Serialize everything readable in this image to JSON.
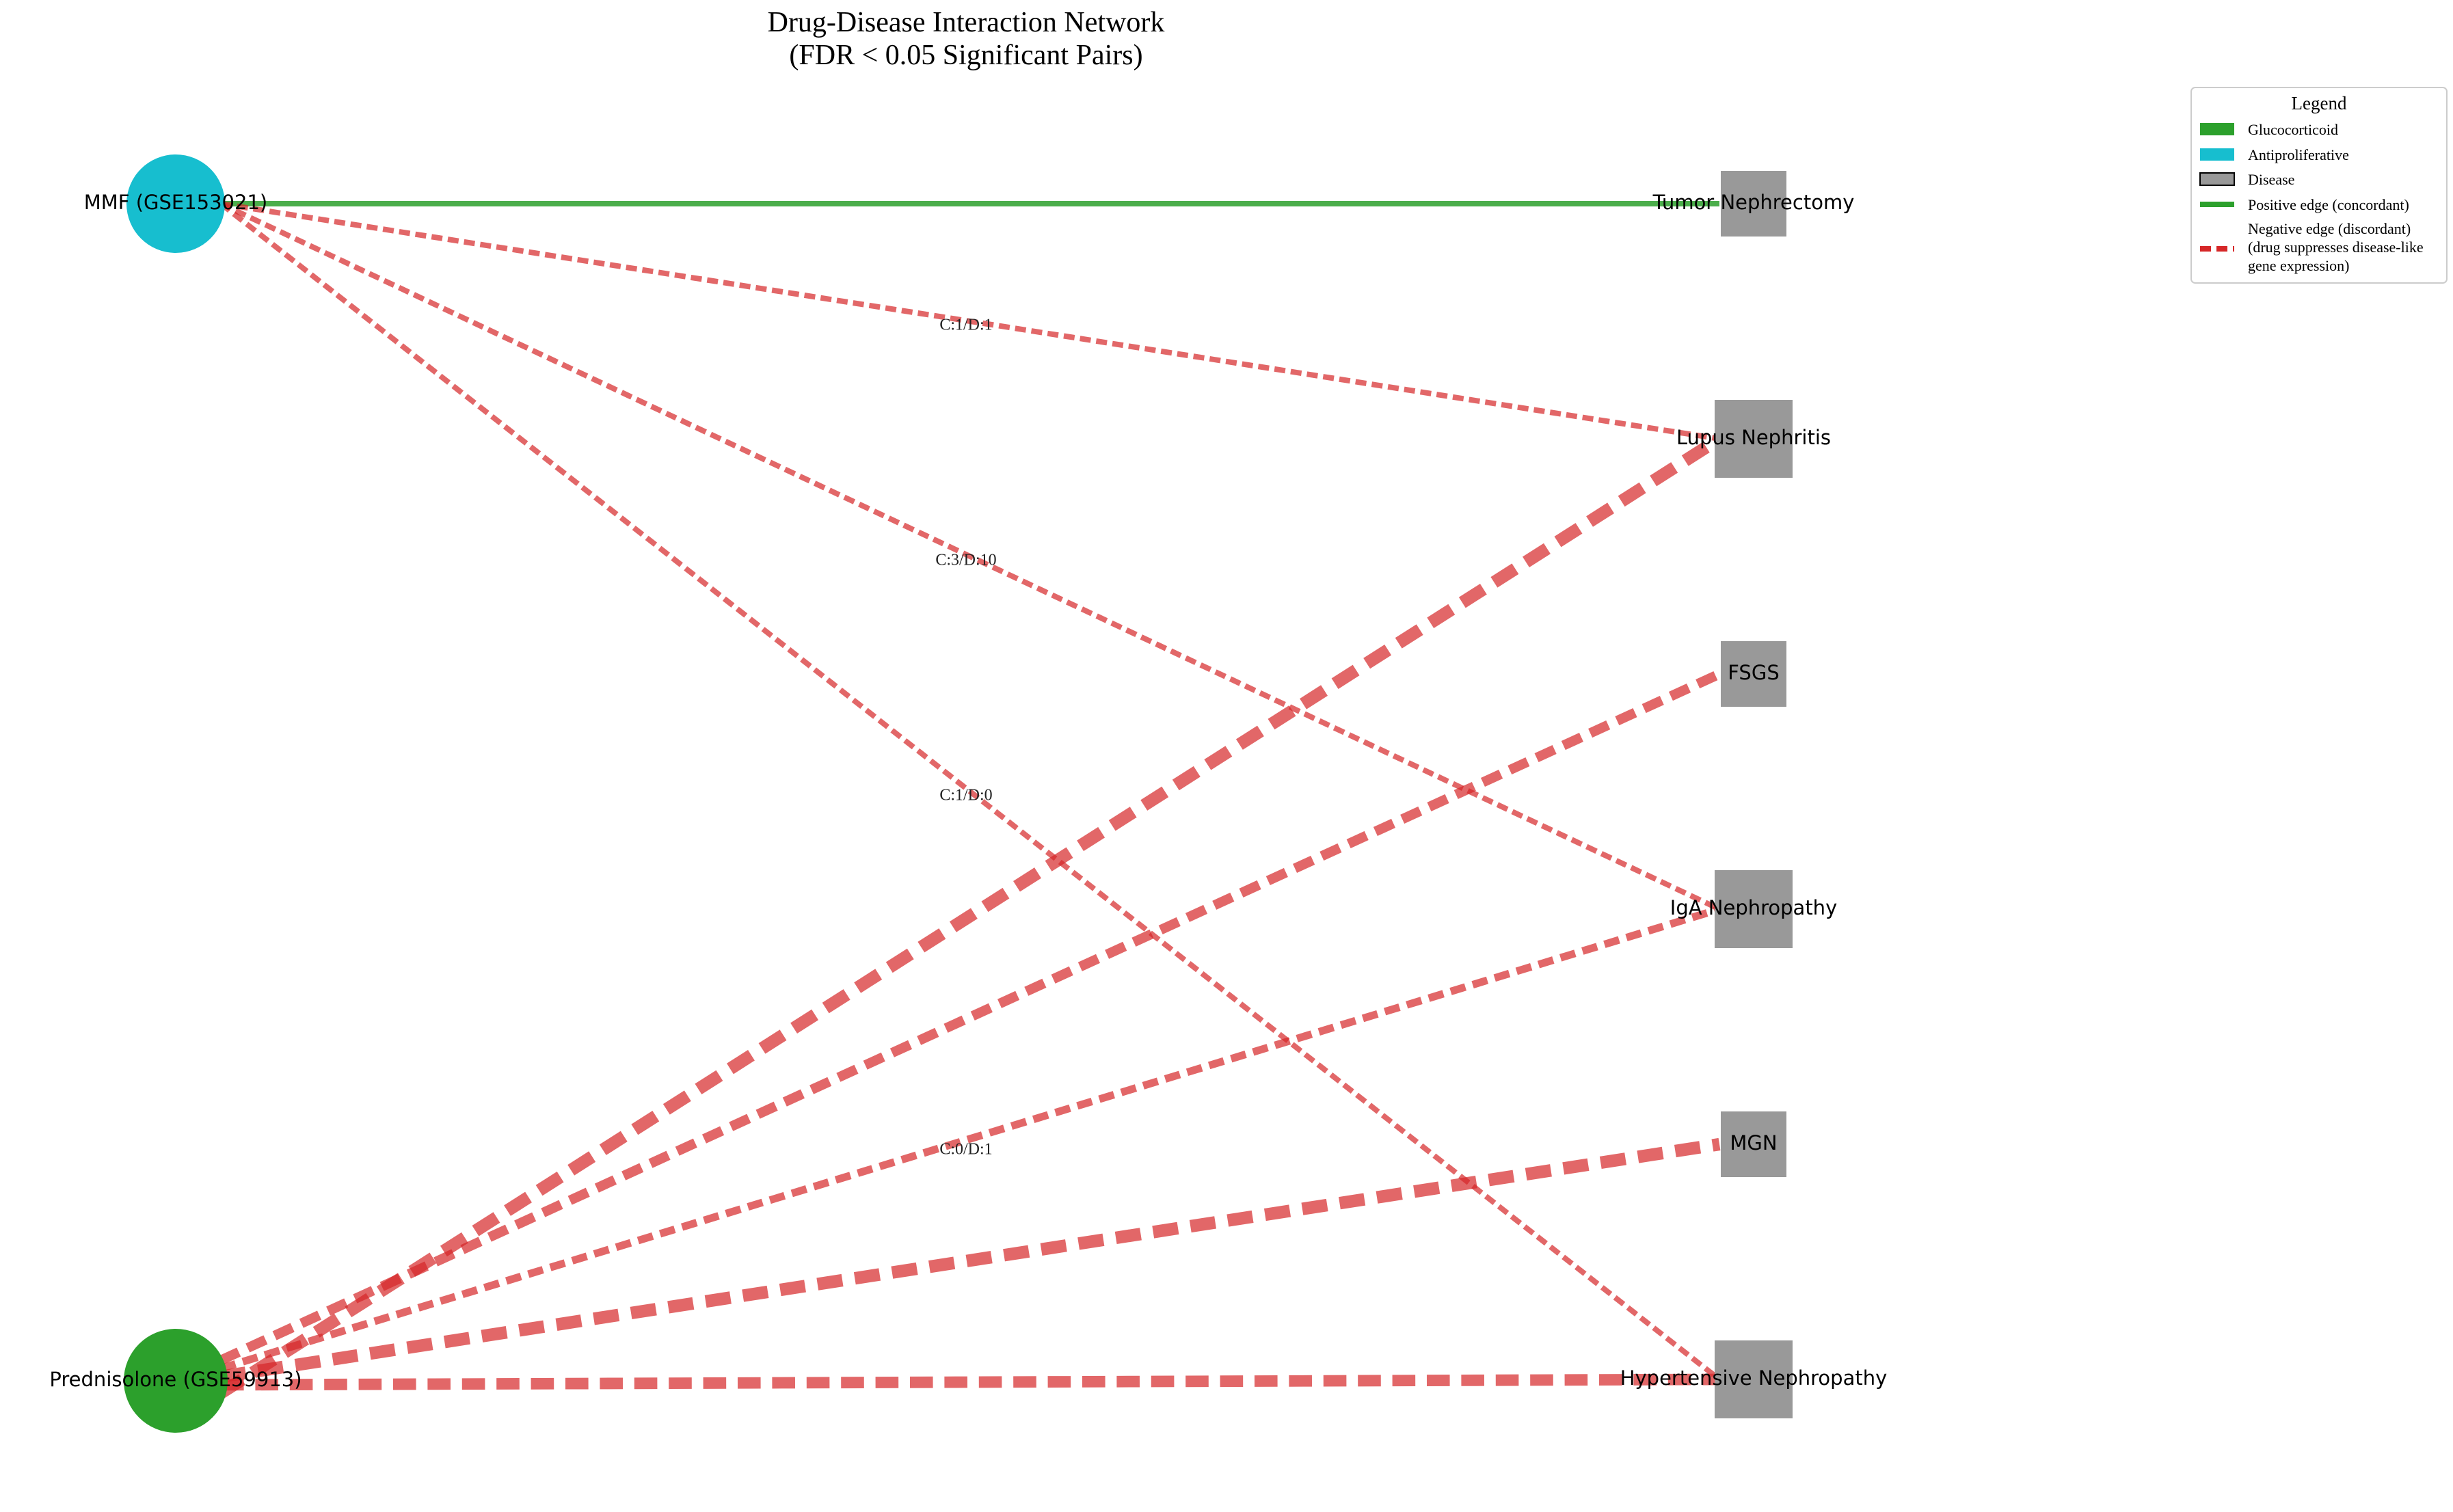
{
  "title": {
    "line1": "Drug-Disease Interaction Network",
    "line2": "(FDR < 0.05 Significant Pairs)"
  },
  "colors": {
    "glucocorticoid": "#2ca02c",
    "antiproliferative": "#17becf",
    "disease": "#999999",
    "positive_edge": "#2ca02c",
    "negative_edge": "#d62728"
  },
  "drugs": [
    {
      "id": "mmf",
      "label": "MMF (GSE153021)",
      "class": "antiproliferative"
    },
    {
      "id": "pred",
      "label": "Prednisolone (GSE59913)",
      "class": "glucocorticoid"
    }
  ],
  "diseases": [
    {
      "id": "tumor",
      "label": "Tumor Nephrectomy"
    },
    {
      "id": "lupus",
      "label": "Lupus Nephritis"
    },
    {
      "id": "fsgs",
      "label": "FSGS"
    },
    {
      "id": "iga",
      "label": "IgA Nephropathy"
    },
    {
      "id": "mgn",
      "label": "MGN"
    },
    {
      "id": "htn",
      "label": "Hypertensive Nephropathy"
    }
  ],
  "edges": [
    {
      "from": "mmf",
      "to": "tumor",
      "sign": "positive",
      "weight": 1,
      "label": ""
    },
    {
      "from": "mmf",
      "to": "lupus",
      "sign": "negative",
      "weight": 1,
      "label": "C:1/D:1"
    },
    {
      "from": "mmf",
      "to": "iga",
      "sign": "negative",
      "weight": 1,
      "label": "C:3/D:10"
    },
    {
      "from": "mmf",
      "to": "htn",
      "sign": "negative",
      "weight": 1,
      "label": "C:1/D:0"
    },
    {
      "from": "pred",
      "to": "lupus",
      "sign": "negative",
      "weight": 2.3,
      "label": ""
    },
    {
      "from": "pred",
      "to": "fsgs",
      "sign": "negative",
      "weight": 1.8,
      "label": ""
    },
    {
      "from": "pred",
      "to": "iga",
      "sign": "negative",
      "weight": 1.4,
      "label": "C:0/D:1"
    },
    {
      "from": "pred",
      "to": "mgn",
      "sign": "negative",
      "weight": 2.3,
      "label": ""
    },
    {
      "from": "pred",
      "to": "htn",
      "sign": "negative",
      "weight": 2.1,
      "label": ""
    }
  ],
  "legend": {
    "title": "Legend",
    "items": [
      {
        "kind": "patch",
        "color": "#2ca02c",
        "label": "Glucocorticoid"
      },
      {
        "kind": "patch",
        "color": "#17becf",
        "label": "Antiproliferative"
      },
      {
        "kind": "patch-outline",
        "color": "#999999",
        "label": "Disease"
      },
      {
        "kind": "line",
        "color": "#2ca02c",
        "label": "Positive edge (concordant)"
      },
      {
        "kind": "dashed",
        "color": "#d62728",
        "label": "Negative edge (discordant)",
        "sub1": "(drug suppresses disease-like",
        "sub2": "gene expression)"
      }
    ]
  }
}
